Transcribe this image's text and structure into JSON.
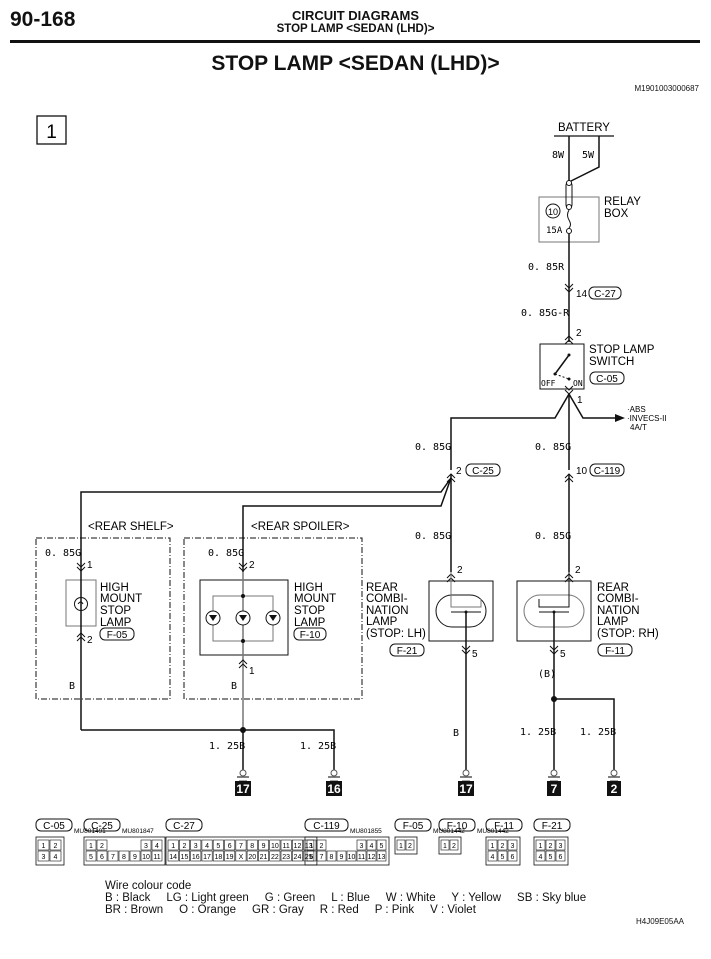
{
  "header": {
    "page_number": "90-168",
    "section": "CIRCUIT DIAGRAMS",
    "subsection": "STOP LAMP <SEDAN (LHD)>"
  },
  "title": "STOP LAMP <SEDAN (LHD)>",
  "document_id": "M1901003000687",
  "figure_id": "H4J09E05AA",
  "diagram": {
    "sheet_number": "1",
    "battery": {
      "label": "BATTERY",
      "wire_left": "8W",
      "wire_right": "5W"
    },
    "relay_box": {
      "label_line1": "RELAY",
      "label_line2": "BOX",
      "fuse_number": "10",
      "fuse_rating": "15A"
    },
    "wires": {
      "relay_out": "0. 85R",
      "c27_pin": "14",
      "c27_connector": "C-27",
      "switch_in": "0. 85G-R",
      "switch_pin_top": "2",
      "switch_pin_bottom": "1",
      "left_branch": "0. 85G",
      "right_branch": "0. 85G",
      "c25_pin": "2",
      "c25_connector": "C-25",
      "c119_pin": "10",
      "c119_connector": "C-119",
      "lh_lamp_wire": "0. 85G",
      "rh_lamp_wire": "0. 85G",
      "shelf_wire": "0. 85G",
      "spoiler_wire": "0. 85G"
    },
    "stop_lamp_switch": {
      "label_line1": "STOP LAMP",
      "label_line2": "SWITCH",
      "connector": "C-05",
      "off_label": "OFF",
      "on_label": "ON"
    },
    "outputs": [
      "·ABS",
      "·INVECS-II",
      "4A/T"
    ],
    "rear_shelf": {
      "group_label": "<REAR SHELF>",
      "lamp_label": [
        "HIGH",
        "MOUNT",
        "STOP",
        "LAMP"
      ],
      "connector": "F-05",
      "pin_in": "1",
      "pin_out": "2",
      "ground_wire": "B"
    },
    "rear_spoiler": {
      "group_label": "<REAR SPOILER>",
      "lamp_label": [
        "HIGH",
        "MOUNT",
        "STOP",
        "LAMP"
      ],
      "connector": "F-10",
      "pin_in": "2",
      "pin_out": "1",
      "ground_wire": "B"
    },
    "rear_combi_lh": {
      "lamp_label": [
        "REAR",
        "COMBI-",
        "NATION",
        "LAMP",
        "(STOP: LH)"
      ],
      "connector": "F-21",
      "pin_in": "2",
      "pin_out": "5",
      "ground_wire": "B"
    },
    "rear_combi_rh": {
      "lamp_label": [
        "REAR",
        "COMBI-",
        "NATION",
        "LAMP",
        "(STOP: RH)"
      ],
      "connector": "F-11",
      "pin_in": "2",
      "pin_out": "5",
      "ground_wire_note": "(B)"
    },
    "grounds": [
      {
        "wire": "1. 25B",
        "number": "17"
      },
      {
        "wire": "1. 25B",
        "number": "16"
      },
      {
        "wire": "",
        "number": "17"
      },
      {
        "wire": "1. 25B",
        "number": "7"
      },
      {
        "wire": "1. 25B",
        "number": "2"
      }
    ]
  },
  "connectors": [
    {
      "id": "C-05",
      "part": "MU801491",
      "rows": [
        [
          "1",
          "2"
        ],
        [
          "3",
          "4"
        ]
      ]
    },
    {
      "id": "C-25",
      "part": "MU801847",
      "rows": [
        [
          "1",
          "2",
          "",
          "",
          "",
          "3",
          "4"
        ],
        [
          "5",
          "6",
          "7",
          "8",
          "9",
          "10",
          "11"
        ]
      ]
    },
    {
      "id": "C-27",
      "part": "",
      "rows": [
        [
          "1",
          "2",
          "3",
          "4",
          "5",
          "6",
          "7",
          "8",
          "9",
          "10",
          "11",
          "12",
          "13"
        ],
        [
          "14",
          "15",
          "16",
          "17",
          "18",
          "19",
          "X",
          "20",
          "21",
          "22",
          "23",
          "24",
          "25"
        ]
      ]
    },
    {
      "id": "C-119",
      "part": "MU801855",
      "rows": [
        [
          "1",
          "2",
          "",
          "",
          "",
          "3",
          "4",
          "5"
        ],
        [
          "6",
          "7",
          "8",
          "9",
          "10",
          "11",
          "12",
          "13"
        ]
      ]
    },
    {
      "id": "F-05",
      "part": "MU801442",
      "rows": [
        [
          "1",
          "2"
        ]
      ]
    },
    {
      "id": "F-10",
      "part": "MU801442",
      "rows": [
        [
          "1",
          "2"
        ]
      ]
    },
    {
      "id": "F-11",
      "part": "",
      "rows": [
        [
          "1",
          "2",
          "3"
        ],
        [
          "4",
          "5",
          "6"
        ]
      ]
    },
    {
      "id": "F-21",
      "part": "",
      "rows": [
        [
          "1",
          "2",
          "3"
        ],
        [
          "4",
          "5",
          "6"
        ]
      ]
    }
  ],
  "wire_colour_code": {
    "title": "Wire colour code",
    "line1": "B : Black     LG : Light green     G : Green     L : Blue     W : White     Y : Yellow     SB : Sky blue",
    "line2": "BR : Brown     O : Orange     GR : Gray     R : Red     P : Pink     V : Violet"
  }
}
